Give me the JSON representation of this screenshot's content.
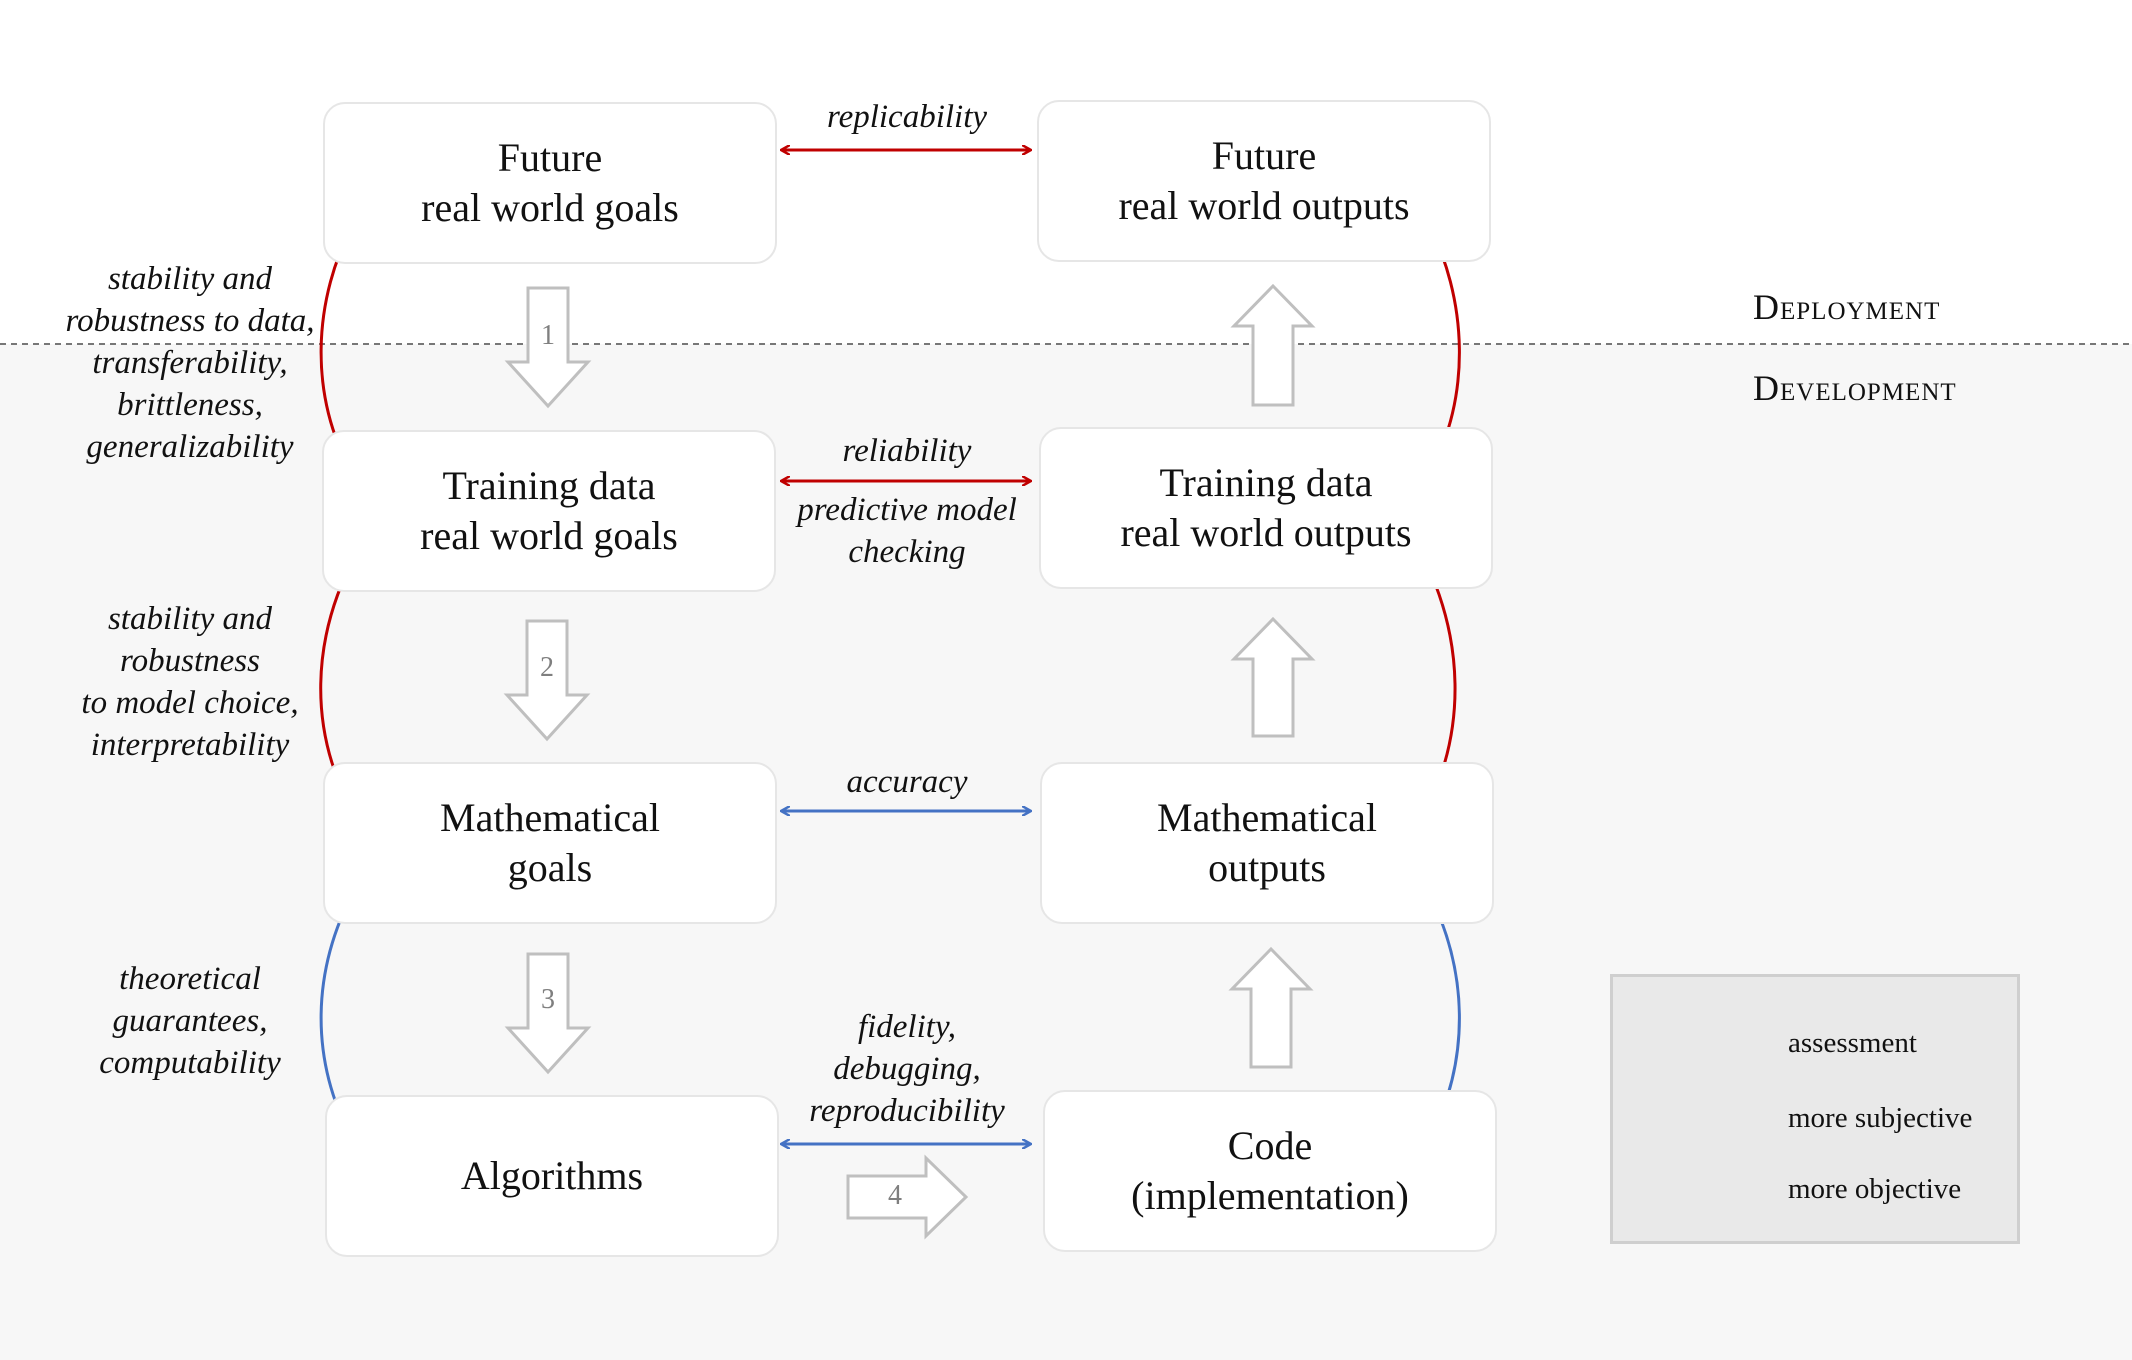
{
  "sections": {
    "deployment": "Deployment",
    "development": "Development"
  },
  "boxes": {
    "future_goals": [
      "Future",
      "real world goals"
    ],
    "future_outputs": [
      "Future",
      "real world outputs"
    ],
    "training_goals": [
      "Training data",
      "real world goals"
    ],
    "training_outputs": [
      "Training data",
      "real world outputs"
    ],
    "math_goals": [
      "Mathematical",
      "goals"
    ],
    "math_outputs": [
      "Mathematical",
      "outputs"
    ],
    "algorithms": [
      "Algorithms"
    ],
    "code": [
      "Code",
      "(implementation)"
    ]
  },
  "assessments": {
    "replicability": "replicability",
    "reliability": "reliability",
    "predictive_1": "predictive model",
    "predictive_2": "checking",
    "accuracy": "accuracy",
    "fidelity_1": "fidelity,",
    "fidelity_2": "debugging,",
    "fidelity_3": "reproducibility"
  },
  "side_labels": {
    "stability_data": [
      "stability and",
      "robustness to data,",
      "transferability,",
      "brittleness,",
      "generalizability"
    ],
    "stability_model": [
      "stability and",
      "robustness",
      "to model choice,",
      "interpretability"
    ],
    "theoretical": [
      "theoretical",
      "guarantees,",
      "computability"
    ]
  },
  "steps": {
    "s1": "1",
    "s2": "2",
    "s3": "3",
    "s4": "4"
  },
  "legend": {
    "assessment": "assessment",
    "subjective": "more subjective",
    "objective": "more objective"
  },
  "colors": {
    "subjective": "#c00000",
    "objective": "#4472c4",
    "arrow_outline": "#bfbfbf"
  },
  "icons": {
    "assessment_arrow": "double-headed-arrow-icon",
    "process_arrow": "block-arrow-icon",
    "connector_dot": "circle-dot-icon"
  }
}
